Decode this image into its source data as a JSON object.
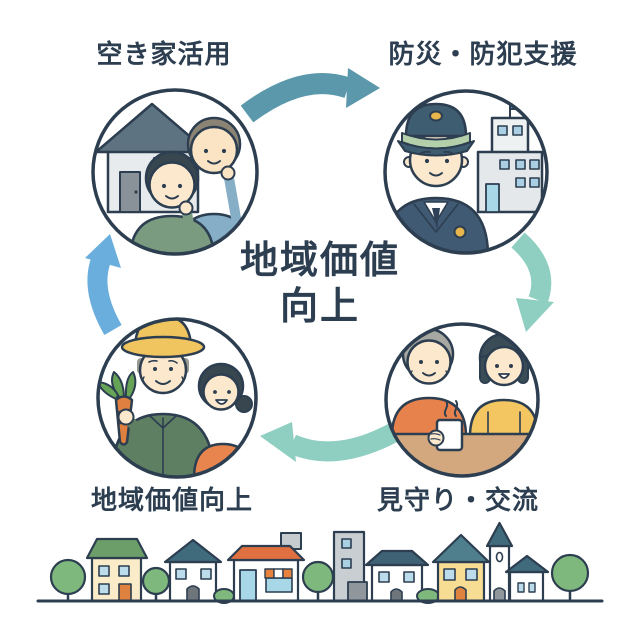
{
  "diagram": {
    "center_title": {
      "line1": "地域価値",
      "line2": "向上"
    },
    "nodes": [
      {
        "id": "vacant-house-use",
        "label": "空き家活用",
        "position": "top-left",
        "illustration": "two-men-thinking-beside-house"
      },
      {
        "id": "safety-crime-support",
        "label": "防災・防犯支援",
        "position": "top-right",
        "illustration": "police-officer-and-station"
      },
      {
        "id": "watch-exchange",
        "label": "見守り・交流",
        "position": "bottom-right",
        "illustration": "two-women-tea-table"
      },
      {
        "id": "community-value-up",
        "label": "地域価値向上",
        "position": "bottom-left",
        "illustration": "farmer-with-carrot-and-woman"
      }
    ],
    "footer_illustration": "townscape-skyline",
    "colors": {
      "outline": "#2c3e50",
      "text": "#2c3e50",
      "arrow_top": "#5b98ab",
      "arrow_side": "#8ecfc1",
      "arrow_left": "#6aaede",
      "uniform_navy": "#415a74",
      "cap_band_green": "#b3d0ab",
      "badge_gold": "#e8b64c",
      "sweater_green": "#7a9b80",
      "shirt_blue": "#87aec7",
      "sweater_orange": "#e8824d",
      "sweater_yellow": "#f3c662",
      "jacket_olive": "#5f7f63",
      "shirt_coral": "#e8854f",
      "hat_straw": "#f0c45f",
      "carrot_orange": "#df8040",
      "carrot_leaf": "#66a356",
      "table_tan": "#d3a87e",
      "skin": "#fce8cd",
      "hair_grey": "#a8a8a2",
      "hair_dark": "#37464f",
      "roof_slate": "#5d7382",
      "roof_green": "#6b9e68",
      "roof_orange": "#e0703f",
      "roof_teal": "#3f6b7d",
      "wall_cream": "#faecc8",
      "wall_yellow": "#f7dc94",
      "window_blue": "#bcdcec",
      "door_orange": "#e0823f",
      "tree_green": "#7fb87d"
    }
  }
}
